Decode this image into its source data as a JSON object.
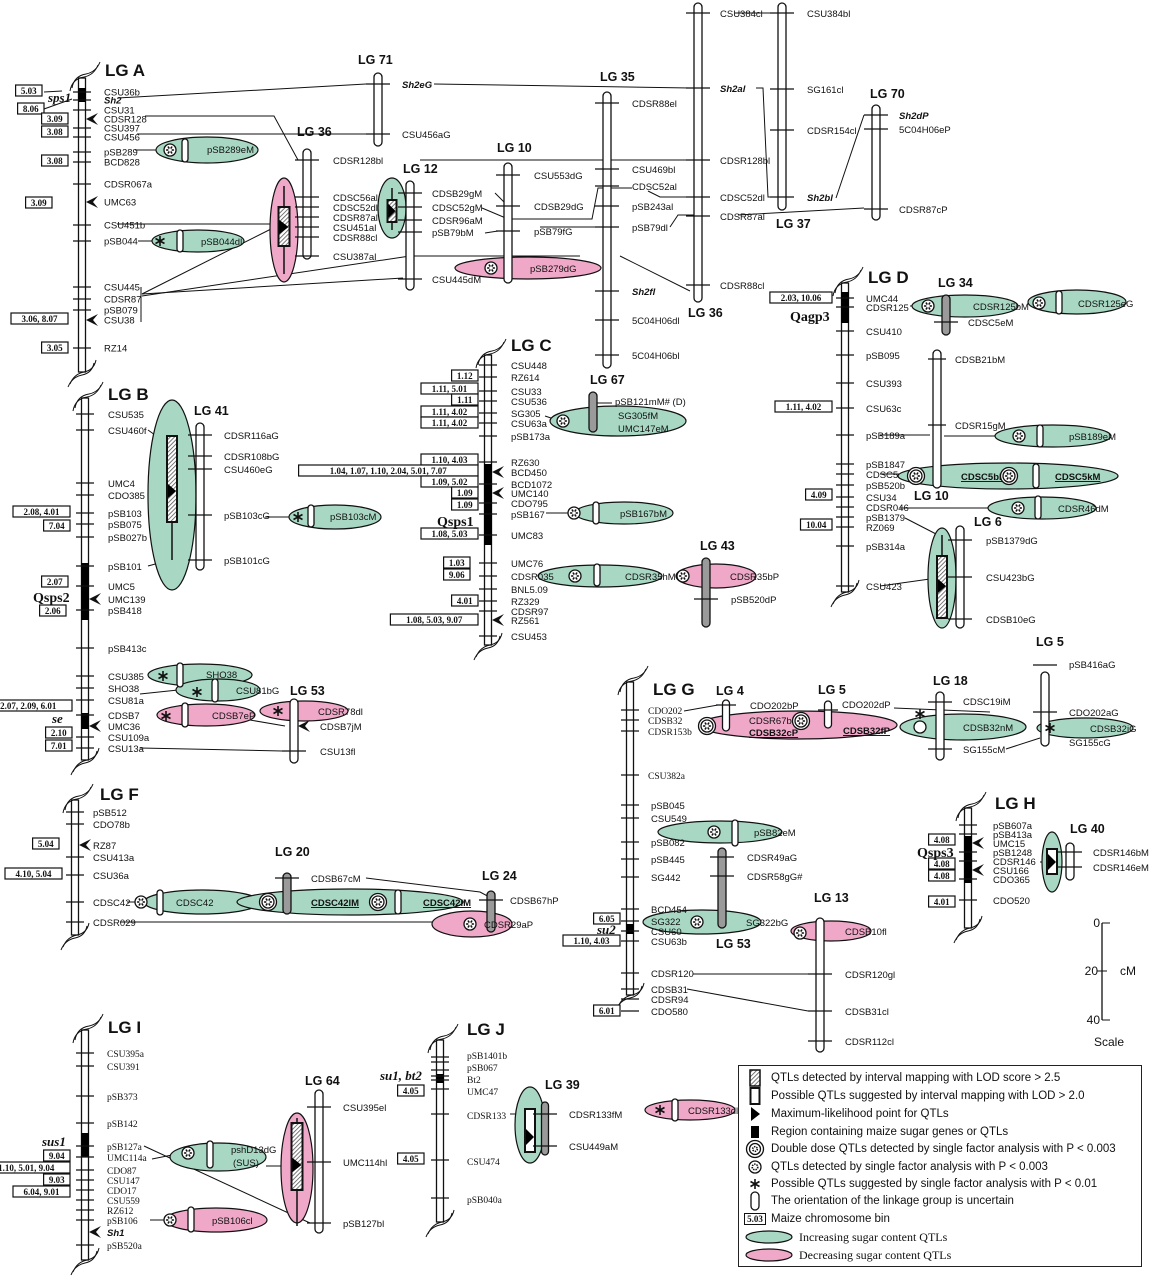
{
  "colors": {
    "increase": "#a8d8c4",
    "decrease": "#f0a8c8",
    "uncertain": "#9a9a9a",
    "line": "#111111"
  },
  "major_groups": [
    {
      "title": "LG A",
      "markers": [
        "CSU36b",
        "Sh2",
        "CSU31",
        "CDSR128",
        "CSU397",
        "CSU456",
        "pSB289",
        "BCD828",
        "CDSR067a",
        "UMC63",
        "CSU451b",
        "pSB044",
        "CSU445",
        "CDSR87",
        "pSB079",
        "CSU38",
        "RZ14"
      ],
      "bins": [
        "5.03",
        "8.06",
        "3.09",
        "3.08",
        "3.08",
        "3.09",
        "3.06, 8.07",
        "3.05"
      ],
      "qtl_labels": [
        "sps1"
      ]
    },
    {
      "title": "LG B",
      "markers": [
        "CSU535",
        "CSU460f",
        "UMC4",
        "CDO385",
        "pSB103",
        "pSB075",
        "pSB027b",
        "pSB101",
        "UMC5",
        "UMC139",
        "pSB418",
        "pSB413c",
        "CSU385",
        "SHO38",
        "CSU81a",
        "CDSB7",
        "UMC36",
        "CSU109a",
        "CSU13a"
      ],
      "bins": [
        "2.08, 4.01",
        "7.04",
        "2.07",
        "2.06",
        "2.07, 2.09, 6.01",
        "2.10",
        "7.01"
      ],
      "qtl_labels": [
        "Qsps2",
        "se"
      ]
    },
    {
      "title": "LG C",
      "markers": [
        "CSU448",
        "RZ614",
        "CSU33",
        "CSU536",
        "SG305",
        "CSU63a",
        "pSB173a",
        "RZ630",
        "BCD450",
        "BCD1072",
        "UMC140",
        "CDO795",
        "pSB167",
        "UMC83",
        "UMC76",
        "CDSR035",
        "BNL5.09",
        "RZ329",
        "CDSR97",
        "RZ561",
        "CSU453"
      ],
      "bins": [
        "1.12",
        "1.11, 5.01",
        "1.11",
        "1.11, 4.02",
        "1.11, 4.02",
        "1.10, 4.03",
        "1.04, 1.07, 1.10, 2.04, 5.01, 7.07",
        "1.09, 5.02",
        "1.09",
        "1.09",
        "1.08, 5.03",
        "1.03",
        "9.06",
        "4.01",
        "1.08, 5.03, 9.07"
      ],
      "qtl_labels": [
        "Qsps1"
      ]
    },
    {
      "title": "LG D",
      "markers": [
        "UMC44",
        "CDSR125",
        "CSU410",
        "pSB095",
        "CSU393",
        "CSU63c",
        "pSB189a",
        "pSB1847",
        "CDSC5",
        "pSB520b",
        "CSU34",
        "CDSR046",
        "pSB1379",
        "RZ069",
        "pSB314a",
        "CSU423"
      ],
      "bins": [
        "2.03, 10.06",
        "1.11, 4.02",
        "4.09",
        "10.04"
      ],
      "qtl_labels": [
        "Qagp3"
      ]
    },
    {
      "title": "LG F",
      "markers": [
        "pSB512",
        "CDO78b",
        "RZ87",
        "CSU413a",
        "CSU36a",
        "CDSC42",
        "CDSR029"
      ],
      "bins": [
        "5.04",
        "4.10, 5.04"
      ],
      "qtl_labels": []
    },
    {
      "title": "LG G",
      "markers": [
        "CDO202",
        "CDSB32",
        "CDSR153b",
        "CSU382a",
        "pSB045",
        "CSU549",
        "pSB082",
        "pSB445",
        "SG442",
        "BCD454",
        "SG322",
        "CSU60",
        "CSU63b",
        "CDSR120",
        "CDSB31",
        "CDSR94",
        "CDO580"
      ],
      "bins": [
        "6.05",
        "1.10, 4.03",
        "6.01"
      ],
      "qtl_labels": [
        "su2"
      ]
    },
    {
      "title": "LG H",
      "markers": [
        "pSB607a",
        "pSB413a",
        "UMC15",
        "pSB1248",
        "CDSR146",
        "CSU166",
        "CDO365",
        "CDO520"
      ],
      "bins": [
        "4.08",
        "4.08",
        "4.08",
        "4.01"
      ],
      "qtl_labels": [
        "Qsps3"
      ]
    },
    {
      "title": "LG I",
      "markers": [
        "CSU395a",
        "CSU391",
        "pSB373",
        "pSB142",
        "pSB127a",
        "UMC114a",
        "CDO87",
        "CSU147",
        "CDO17",
        "CSU559",
        "RZ612",
        "pSB106",
        "Sh1",
        "pSB520a"
      ],
      "bins": [
        "9.04",
        "1.10, 5.01, 9.04",
        "9.03",
        "6.04, 9.01"
      ],
      "qtl_labels": [
        "sus1"
      ]
    },
    {
      "title": "LG J",
      "markers": [
        "pSB1401b",
        "pSB067",
        "Bt2",
        "UMC47",
        "CDSR133",
        "CSU474",
        "pSB040a"
      ],
      "bins": [
        "4.05",
        "4.05"
      ],
      "qtl_labels": [
        "su1, bt2"
      ]
    }
  ],
  "minor_groups": [
    {
      "title": "LG 71",
      "markers": [
        "Sh2eG",
        "CSU456aG"
      ]
    },
    {
      "title": "LG 36",
      "markers": [
        "CDSR128bl",
        "CDSC56al",
        "CDSC52dl",
        "CDSR87al",
        "CSU451al",
        "CDSR88cl",
        "CSU387al"
      ]
    },
    {
      "title": "LG 12",
      "markers": [
        "CDSB29gM",
        "CDSC52gM",
        "CDSR96aM",
        "pSB79bM",
        "CSU445dM"
      ]
    },
    {
      "title": "LG 10",
      "markers": [
        "CSU553dG",
        "CDSB29dG",
        "pSB79fG"
      ]
    },
    {
      "title": "LG 35",
      "markers": [
        "CDSR88el",
        "CSU469bl",
        "CDSC52al",
        "pSB243al",
        "pSB79dl",
        "Sh2fl",
        "5C04H06dl",
        "5C04H06bl"
      ]
    },
    {
      "title": "LG 36",
      "markers": [
        "CSU384cl",
        "Sh2al",
        "CDSR128bl",
        "CDSC52dl",
        "CDSR87al",
        "CDSR88cl"
      ]
    },
    {
      "title": "LG 37",
      "markers": [
        "CSU384bl",
        "SG161cl",
        "CDSR154cl",
        "Sh2bl"
      ]
    },
    {
      "title": "LG 70",
      "markers": [
        "Sh2dP",
        "5C04H06eP",
        "CDSR87cP"
      ]
    },
    {
      "title": "LG 41",
      "markers": [
        "CDSR116aG",
        "CDSR108bG",
        "CSU460eG",
        "pSB103cG",
        "pSB101cG"
      ]
    },
    {
      "title": "LG 53",
      "markers": [
        "CDSB7jM",
        "CSU13fl"
      ]
    },
    {
      "title": "LG 67",
      "markers": [
        "pSB121mM# (D)"
      ]
    },
    {
      "title": "LG 43",
      "markers": [
        "pSB520dP"
      ]
    },
    {
      "title": "LG 34",
      "markers": [
        "CDSC5eM"
      ]
    },
    {
      "title": "LG 10",
      "markers": [
        "CDSB21bM",
        "CDSR15gM"
      ]
    },
    {
      "title": "LG 6",
      "markers": [
        "pSB1379dG",
        "CSU423bG",
        "CDSB10eG"
      ]
    },
    {
      "title": "LG 20",
      "markers": [
        "CDSB67cM"
      ]
    },
    {
      "title": "LG 24",
      "markers": [
        "CDSB67hP"
      ]
    },
    {
      "title": "LG 4",
      "markers": [
        "CDO202bP"
      ]
    },
    {
      "title": "LG 5",
      "markers": [
        "CDO202dP"
      ]
    },
    {
      "title": "LG 18",
      "markers": [
        "CDSC19iM",
        "SG155cM"
      ]
    },
    {
      "title": "LG 5",
      "markers": [
        "pSB416aG",
        "CDO202aG",
        "SG155cG"
      ]
    },
    {
      "title": "LG 53",
      "markers": [
        "CDSR49aG",
        "CDSR58gG#"
      ]
    },
    {
      "title": "LG 13",
      "markers": [
        "CDSR120gl",
        "CDSB31cl",
        "CDSR112cl"
      ]
    },
    {
      "title": "LG 40",
      "markers": [
        "CDSR146bM",
        "CDSR146eM"
      ]
    },
    {
      "title": "LG 64",
      "markers": [
        "CSU395el",
        "UMC114hl",
        "pSB127bl"
      ]
    },
    {
      "title": "LG 39",
      "markers": [
        "CDSR133fM",
        "CSU449aM"
      ]
    }
  ],
  "qtl_ellipses": [
    {
      "label": "pSB289eM",
      "effect": "increase"
    },
    {
      "label": "pSB044dl",
      "effect": "increase"
    },
    {
      "label": "pSB279dG",
      "effect": "decrease"
    },
    {
      "label": "pSB103cM",
      "effect": "increase"
    },
    {
      "label": "SHO38",
      "effect": "increase"
    },
    {
      "label": "CSU81bG",
      "effect": "increase"
    },
    {
      "label": "CDSB7eP",
      "effect": "decrease"
    },
    {
      "label": "CDSR78dl",
      "effect": "decrease"
    },
    {
      "label": "SG305fM",
      "effect": "increase"
    },
    {
      "label": "UMC147eM",
      "effect": "increase"
    },
    {
      "label": "pSB167bM",
      "effect": "increase"
    },
    {
      "label": "CDSR35hM",
      "effect": "increase"
    },
    {
      "label": "CDSR35bP",
      "effect": "decrease"
    },
    {
      "label": "CDSR125bM",
      "effect": "increase"
    },
    {
      "label": "CDSR125eG",
      "effect": "increase"
    },
    {
      "label": "pSB189eM",
      "effect": "increase"
    },
    {
      "label": "CDSC5bM",
      "effect": "increase"
    },
    {
      "label": "CDSC5kM",
      "effect": "increase"
    },
    {
      "label": "CDSR46dM",
      "effect": "increase"
    },
    {
      "label": "CDSC42",
      "effect": "increase"
    },
    {
      "label": "CDSC42lM",
      "effect": "increase"
    },
    {
      "label": "CDSC42lM",
      "effect": "increase"
    },
    {
      "label": "CDSR29aP",
      "effect": "decrease"
    },
    {
      "label": "CDSR67bP",
      "effect": "decrease"
    },
    {
      "label": "CDSB32cP",
      "effect": "decrease"
    },
    {
      "label": "CDSB32fP",
      "effect": "decrease"
    },
    {
      "label": "CDSB32nM",
      "effect": "increase"
    },
    {
      "label": "CDSB32iG",
      "effect": "increase"
    },
    {
      "label": "pSB82eM",
      "effect": "increase"
    },
    {
      "label": "SG322bG",
      "effect": "increase"
    },
    {
      "label": "CDSB10fl",
      "effect": "decrease"
    },
    {
      "label": "pshD13dG",
      "sub": "(SUS)",
      "effect": "increase"
    },
    {
      "label": "pSB106cl",
      "effect": "decrease"
    },
    {
      "label": "CDSR133dl",
      "effect": "decrease"
    }
  ],
  "scale": {
    "ticks": [
      "0",
      "20",
      "40"
    ],
    "unit": "cM",
    "label": "Scale"
  },
  "legend": {
    "items": [
      {
        "icon": "hatched-box-icon",
        "text": "QTLs detected by interval mapping with LOD score > 2.5"
      },
      {
        "icon": "open-box-icon",
        "text": "Possible QTLs suggested by interval  mapping with LOD > 2.0"
      },
      {
        "icon": "triangle-icon",
        "text": "Maximum-likelihood point for QTLs"
      },
      {
        "icon": "black-box-icon",
        "text": "Region containing maize sugar genes or QTLs"
      },
      {
        "icon": "double-dose-icon",
        "text": "Double dose QTLs detected by single factor analysis with P < 0.003"
      },
      {
        "icon": "single-factor-icon",
        "text": "QTLs detected by single factor analysis with P < 0.003"
      },
      {
        "icon": "asterisk-icon",
        "text": "Possible QTLs suggested by single factor analysis with P < 0.01"
      },
      {
        "icon": "grey-capsule-icon",
        "text": "The orientation of the linkage group is uncertain"
      },
      {
        "icon": "bin-box-icon",
        "bin": "5.03",
        "text": "Maize chromosome bin"
      },
      {
        "icon": "green-ellipse-icon",
        "text": "Increasing sugar content QTLs"
      },
      {
        "icon": "pink-ellipse-icon",
        "text": "Decreasing sugar content QTLs"
      }
    ]
  }
}
